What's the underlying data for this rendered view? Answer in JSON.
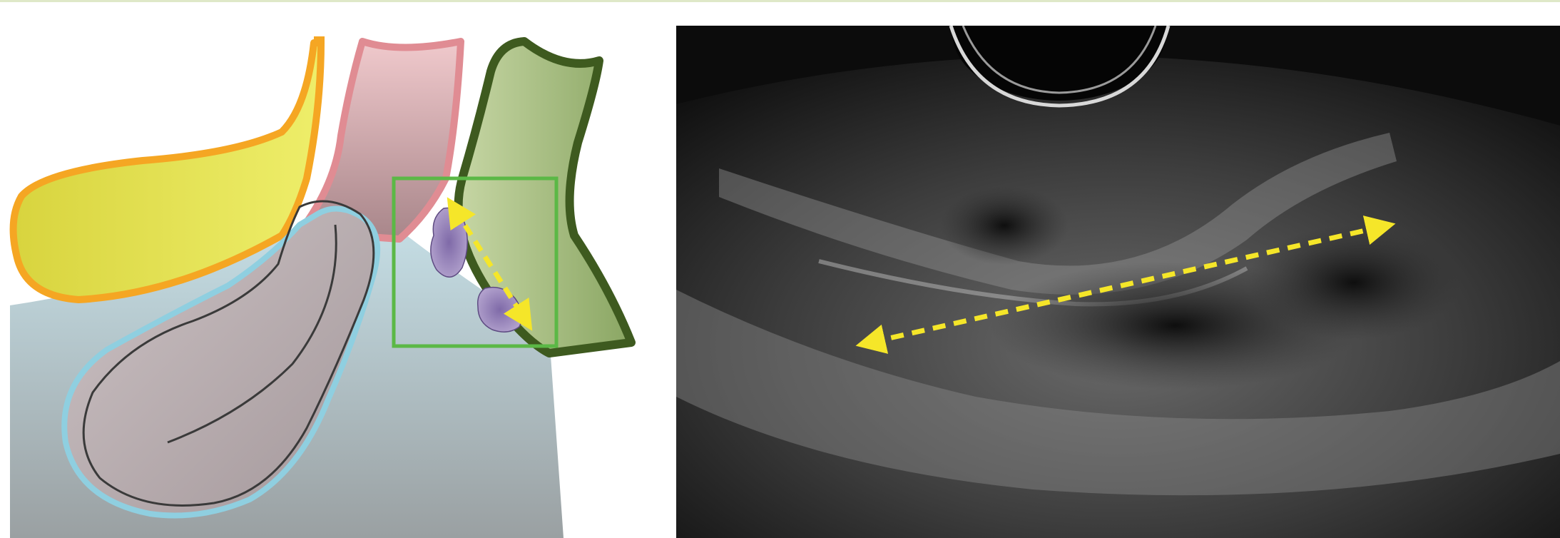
{
  "figure": {
    "panels": [
      {
        "id": "schematic",
        "kind": "anatomical-diagram"
      },
      {
        "id": "ultrasound",
        "kind": "transvaginal-ultrasound-image"
      }
    ],
    "colors": {
      "bladder_fill": "#e3e24a",
      "bladder_outline": "#f5a623",
      "uterus_fill": "#b8a9ad",
      "uterus_outline": "#8fcfe0",
      "vaginal_wall_fill": "#d7a6a9",
      "vaginal_wall_outline": "#e08c93",
      "rectum_fill": "#9fb57a",
      "rectum_outline": "#3e5a1f",
      "pelvic_floor_fill": "#b9cfd6",
      "nodule_fill": "#9a86b8",
      "measurement_arrow": "#f5e629",
      "region_box": "#5bb846",
      "ultrasound_background": "#0c0c0c"
    },
    "icons": {
      "arrow_left": "double-headed-dashed-arrow",
      "arrow_right": "double-headed-dashed-arrow"
    }
  }
}
